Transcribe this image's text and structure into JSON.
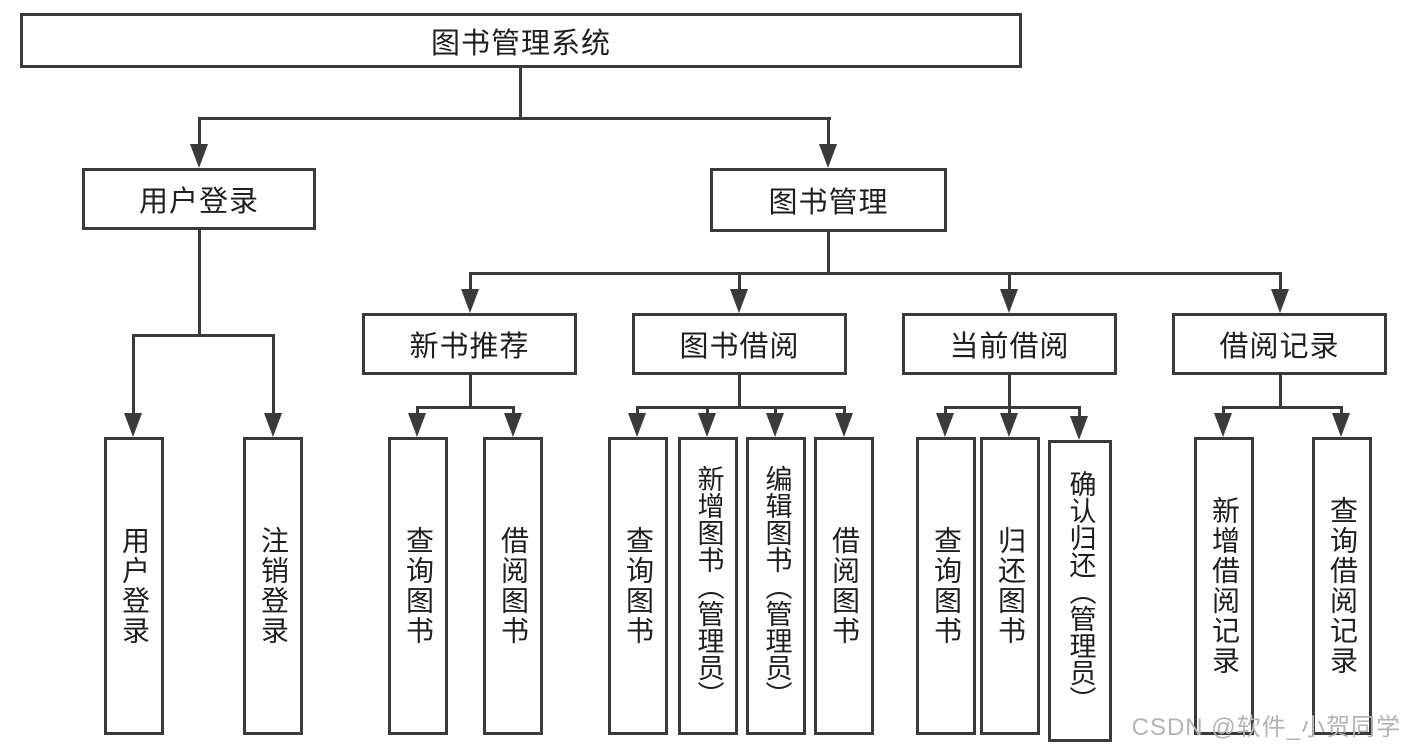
{
  "nodes": {
    "root": "图书管理系统",
    "user_login": "用户登录",
    "book_mgmt": "图书管理",
    "new_books": "新书推荐",
    "book_borrow": "图书借阅",
    "current_borrow": "当前借阅",
    "borrow_records": "借阅记录"
  },
  "leaves": {
    "user_login": "用户登录",
    "logout": "注销登录",
    "nb_query_books": "查询图书",
    "nb_borrow_books": "借阅图书",
    "bb_query_books": "查询图书",
    "bb_add_books": "新增图书（管理员）",
    "bb_edit_books": "编辑图书（管理员）",
    "bb_borrow_books": "借阅图书",
    "cb_query_books": "查询图书",
    "cb_return_books": "归还图书",
    "cb_confirm_return": "确认归还（管理员）",
    "br_add_record": "新增借阅记录",
    "br_query_record": "查询借阅记录"
  },
  "watermark": "CSDN @软件_小贺同学",
  "colors": {
    "line": "#3a3a3a",
    "text": "#1f1f1f",
    "watermark": "#b3b3b3",
    "background": "#ffffff"
  }
}
